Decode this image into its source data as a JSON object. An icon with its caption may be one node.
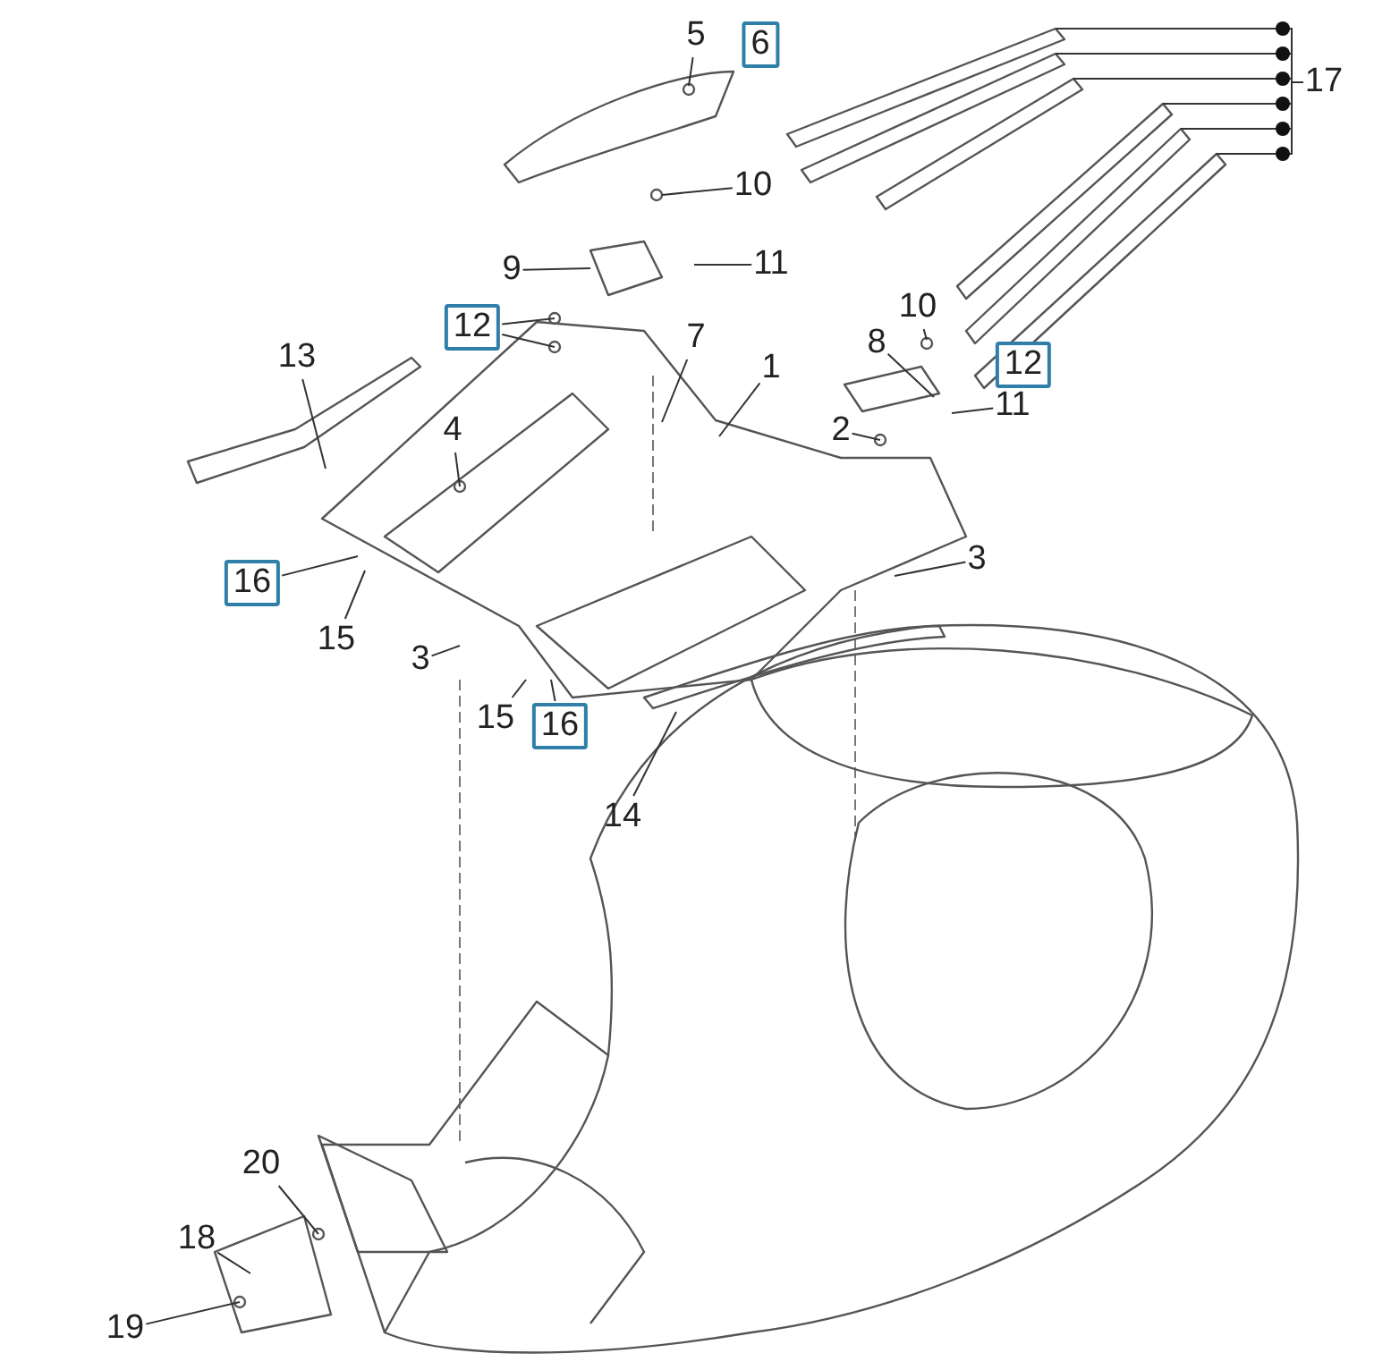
{
  "diagram": {
    "nodes": [
      {
        "text": [
          "5"
        ]
      },
      {
        "text": [
          "6"
        ]
      },
      {
        "text": [
          "10"
        ]
      },
      {
        "text": [
          "9"
        ]
      },
      {
        "text": [
          "11"
        ]
      },
      {
        "text": [
          "12"
        ]
      },
      {
        "text": [
          "13"
        ]
      },
      {
        "text": [
          "4"
        ]
      },
      {
        "text": [
          "7"
        ]
      },
      {
        "text": [
          "1"
        ]
      },
      {
        "text": [
          "10"
        ]
      },
      {
        "text": [
          "8"
        ]
      },
      {
        "text": [
          "12"
        ]
      },
      {
        "text": [
          "2"
        ]
      },
      {
        "text": [
          "11"
        ]
      },
      {
        "text": [
          "16"
        ]
      },
      {
        "text": [
          "15"
        ]
      },
      {
        "text": [
          "3"
        ]
      },
      {
        "text": [
          "3"
        ]
      },
      {
        "text": [
          "15"
        ]
      },
      {
        "text": [
          "16"
        ]
      },
      {
        "text": [
          "14"
        ]
      },
      {
        "text": [
          "17"
        ]
      },
      {
        "text": [
          "20"
        ]
      },
      {
        "text": [
          "18"
        ]
      },
      {
        "text": [
          "19"
        ]
      }
    ],
    "edges": [
      {
        "from": 0,
        "to": null,
        "arrow": "none"
      },
      {
        "from": 2,
        "to": null,
        "arrow": "none"
      },
      {
        "from": 3,
        "to": null,
        "arrow": "none"
      },
      {
        "from": 4,
        "to": null,
        "arrow": "none"
      },
      {
        "from": 5,
        "to": null,
        "arrow": "none"
      },
      {
        "from": 5,
        "to": null,
        "arrow": "none"
      },
      {
        "from": 6,
        "to": null,
        "arrow": "none"
      },
      {
        "from": 7,
        "to": null,
        "arrow": "none"
      },
      {
        "from": 8,
        "to": null,
        "arrow": "none"
      },
      {
        "from": 9,
        "to": null,
        "arrow": "none"
      },
      {
        "from": 10,
        "to": null,
        "arrow": "none"
      },
      {
        "from": 11,
        "to": null,
        "arrow": "none"
      },
      {
        "from": 13,
        "to": null,
        "arrow": "none"
      },
      {
        "from": 14,
        "to": null,
        "arrow": "none"
      },
      {
        "from": 15,
        "to": null,
        "arrow": "none"
      },
      {
        "from": 16,
        "to": null,
        "arrow": "none"
      },
      {
        "from": 17,
        "to": null,
        "arrow": "none"
      },
      {
        "from": 18,
        "to": null,
        "arrow": "none"
      },
      {
        "from": 19,
        "to": null,
        "arrow": "none"
      },
      {
        "from": 20,
        "to": null,
        "arrow": "none"
      },
      {
        "from": 21,
        "to": null,
        "arrow": "none"
      },
      {
        "from": 22,
        "to": null,
        "arrow": "none"
      },
      {
        "from": 22,
        "to": null,
        "arrow": "none"
      },
      {
        "from": 22,
        "to": null,
        "arrow": "none"
      },
      {
        "from": 22,
        "to": null,
        "arrow": "none"
      },
      {
        "from": 22,
        "to": null,
        "arrow": "none"
      },
      {
        "from": 22,
        "to": null,
        "arrow": "none"
      },
      {
        "from": 23,
        "to": null,
        "arrow": "none"
      },
      {
        "from": 24,
        "to": null,
        "arrow": "none"
      },
      {
        "from": 25,
        "to": null,
        "arrow": "none"
      }
    ]
  }
}
